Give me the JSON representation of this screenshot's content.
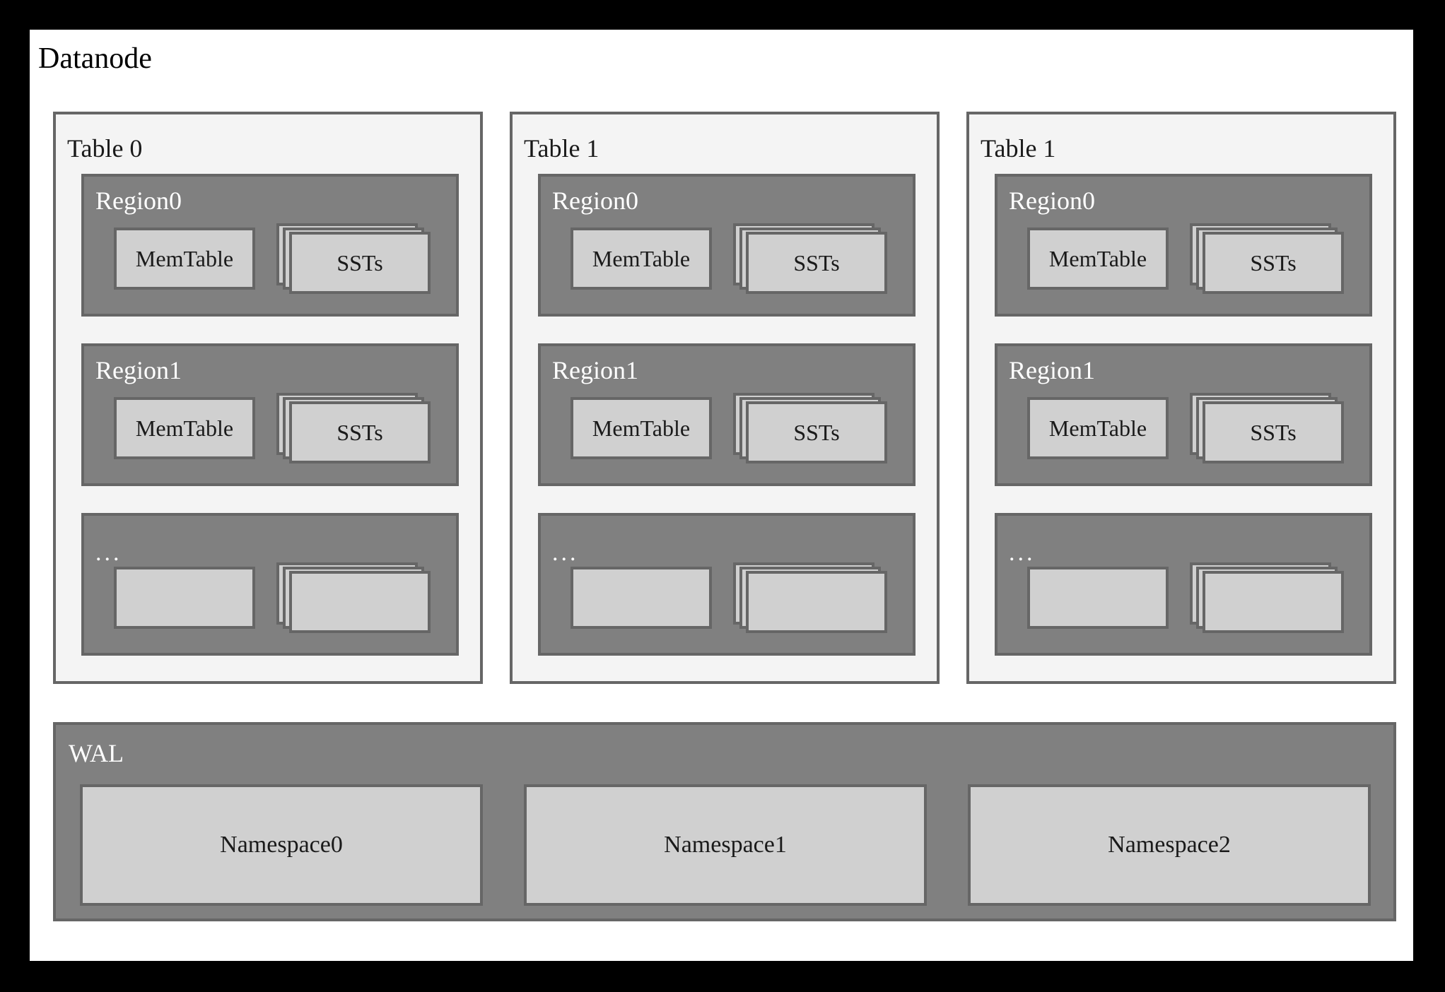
{
  "diagram": {
    "title": "Datanode",
    "tables": [
      {
        "title": "Table 0",
        "regions": [
          {
            "label": "Region0",
            "memtable": "MemTable",
            "ssts": "SSTs"
          },
          {
            "label": "Region1",
            "memtable": "MemTable",
            "ssts": "SSTs"
          },
          {
            "label": "...",
            "memtable": "",
            "ssts": ""
          }
        ]
      },
      {
        "title": "Table 1",
        "regions": [
          {
            "label": "Region0",
            "memtable": "MemTable",
            "ssts": "SSTs"
          },
          {
            "label": "Region1",
            "memtable": "MemTable",
            "ssts": "SSTs"
          },
          {
            "label": "...",
            "memtable": "",
            "ssts": ""
          }
        ]
      },
      {
        "title": "Table 1",
        "regions": [
          {
            "label": "Region0",
            "memtable": "MemTable",
            "ssts": "SSTs"
          },
          {
            "label": "Region1",
            "memtable": "MemTable",
            "ssts": "SSTs"
          },
          {
            "label": "...",
            "memtable": "",
            "ssts": ""
          }
        ]
      }
    ],
    "wal": {
      "label": "WAL",
      "namespaces": [
        "Namespace0",
        "Namespace1",
        "Namespace2"
      ]
    }
  },
  "colors": {
    "page_border": "#000000",
    "page_background": "#ffffff",
    "table_panel_background": "#f4f4f4",
    "region_fill": "#808080",
    "box_fill": "#d0d0d0",
    "stroke": "#666666",
    "dark_text": "#1a1a1a",
    "light_text": "#ffffff"
  }
}
